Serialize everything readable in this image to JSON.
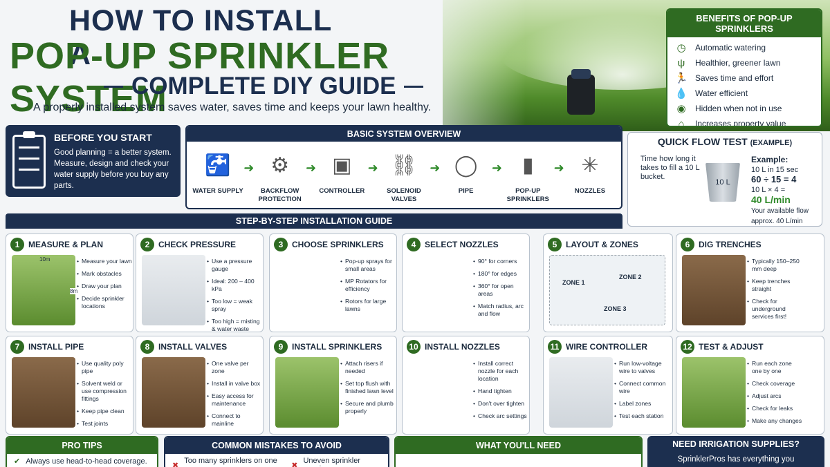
{
  "header": {
    "title_line1": "HOW TO INSTALL A",
    "title_line2": "POP-UP SPRINKLER SYSTEM",
    "title_line3": "COMPLETE DIY GUIDE",
    "subtitle": "A properly installed system saves water, saves time and keeps your lawn healthy."
  },
  "benefits": {
    "title": "BENEFITS OF POP-UP SPRINKLERS",
    "items": [
      {
        "icon": "clock-icon",
        "glyph": "◷",
        "label": "Automatic watering"
      },
      {
        "icon": "grass-icon",
        "glyph": "ψ",
        "label": "Healthier, greener lawn"
      },
      {
        "icon": "running-person-icon",
        "glyph": "🏃",
        "label": "Saves time and effort"
      },
      {
        "icon": "water-drop-icon",
        "glyph": "💧",
        "label": "Water efficient"
      },
      {
        "icon": "eye-hidden-icon",
        "glyph": "◉",
        "label": "Hidden when not in use"
      },
      {
        "icon": "house-icon",
        "glyph": "⌂",
        "label": "Increases property value"
      }
    ]
  },
  "before_start": {
    "title": "BEFORE YOU START",
    "text": "Good planning = a better system. Measure, design and check your water supply before you buy any parts."
  },
  "overview": {
    "title": "BASIC SYSTEM OVERVIEW",
    "items": [
      {
        "icon": "tap-icon",
        "glyph": "🚰",
        "label": "WATER SUPPLY"
      },
      {
        "icon": "backflow-valve-icon",
        "glyph": "⚙",
        "label": "BACKFLOW PROTECTION"
      },
      {
        "icon": "controller-icon",
        "glyph": "▣",
        "label": "CONTROLLER"
      },
      {
        "icon": "solenoid-valve-icon",
        "glyph": "⛓",
        "label": "SOLENOID VALVES"
      },
      {
        "icon": "pipe-coil-icon",
        "glyph": "◯",
        "label": "PIPE"
      },
      {
        "icon": "popup-sprinkler-icon",
        "glyph": "▮",
        "label": "POP-UP SPRINKLERS"
      },
      {
        "icon": "nozzle-spray-icon",
        "glyph": "✳",
        "label": "NOZZLES"
      }
    ]
  },
  "flow_test": {
    "title": "QUICK FLOW TEST",
    "title_suffix": "(EXAMPLE)",
    "left_text": "Time how long it takes to fill a 10 L bucket.",
    "bucket_label": "10 L",
    "example_label": "Example:",
    "line1": "10 L in 15 sec",
    "line2": "60 ÷ 15 = 4",
    "line3": "10 L × 4 =",
    "result": "40 L/min",
    "note": "Your available flow approx. 40 L/min"
  },
  "steps_title": "STEP-BY-STEP INSTALLATION GUIDE",
  "steps": [
    {
      "num": "1",
      "title": "MEASURE & PLAN",
      "bullets": [
        "Measure your lawn",
        "Mark obstacles",
        "Draw your plan",
        "Decide sprinkler locations"
      ],
      "dim_w": "10m",
      "dim_h": "8m"
    },
    {
      "num": "2",
      "title": "CHECK PRESSURE",
      "bullets": [
        "Use a pressure gauge",
        "Ideal: 200 – 400 kPa",
        "Too low = weak spray",
        "Too high = misting & water waste"
      ]
    },
    {
      "num": "3",
      "title": "CHOOSE SPRINKLERS",
      "bullets": [
        "Pop-up sprays for small areas",
        "MP Rotators for efficiency",
        "Rotors for large lawns"
      ]
    },
    {
      "num": "4",
      "title": "SELECT NOZZLES",
      "bullets": [
        "90° for corners",
        "180° for edges",
        "360° for open areas",
        "Match radius, arc and flow"
      ]
    },
    {
      "num": "5",
      "title": "LAYOUT & ZONES",
      "zones": [
        "ZONE 1",
        "ZONE 2",
        "ZONE 3"
      ]
    },
    {
      "num": "6",
      "title": "DIG TRENCHES",
      "bullets": [
        "Typically 150–250 mm deep",
        "Keep trenches straight",
        "Check for underground services first!"
      ]
    },
    {
      "num": "7",
      "title": "INSTALL PIPE",
      "bullets": [
        "Use quality poly pipe",
        "Solvent weld or use compression fittings",
        "Keep pipe clean",
        "Test joints"
      ]
    },
    {
      "num": "8",
      "title": "INSTALL VALVES",
      "bullets": [
        "One valve per zone",
        "Install in valve box",
        "Easy access for maintenance",
        "Connect to mainline"
      ]
    },
    {
      "num": "9",
      "title": "INSTALL SPRINKLERS",
      "bullets": [
        "Attach risers if needed",
        "Set top flush with finished lawn level",
        "Secure and plumb properly"
      ]
    },
    {
      "num": "10",
      "title": "INSTALL NOZZLES",
      "bullets": [
        "Install correct nozzle for each location",
        "Hand tighten",
        "Don't over tighten",
        "Check arc settings"
      ]
    },
    {
      "num": "11",
      "title": "WIRE CONTROLLER",
      "bullets": [
        "Run low-voltage wire to valves",
        "Connect common wire",
        "Label zones",
        "Test each station"
      ]
    },
    {
      "num": "12",
      "title": "TEST & ADJUST",
      "bullets": [
        "Run each zone one by one",
        "Check coverage",
        "Adjust arcs",
        "Check for leaks",
        "Make any changes"
      ]
    }
  ],
  "bottom": {
    "pro_tips_title": "PRO TIPS",
    "pro_tip_1": "Always use head-to-head coverage.",
    "mistakes_title": "COMMON MISTAKES TO AVOID",
    "mistake_1": "Too many sprinklers on one zone",
    "mistake_2": "Uneven sprinkler spacing",
    "need_title": "WHAT YOU'LL NEED",
    "supplies_title": "NEED IRRIGATION SUPPLIES?",
    "supplies_text": "SprinklerPros has everything you"
  },
  "colors": {
    "navy": "#1c2f4f",
    "green": "#2f6b22",
    "accent_green": "#2f8a2a"
  }
}
